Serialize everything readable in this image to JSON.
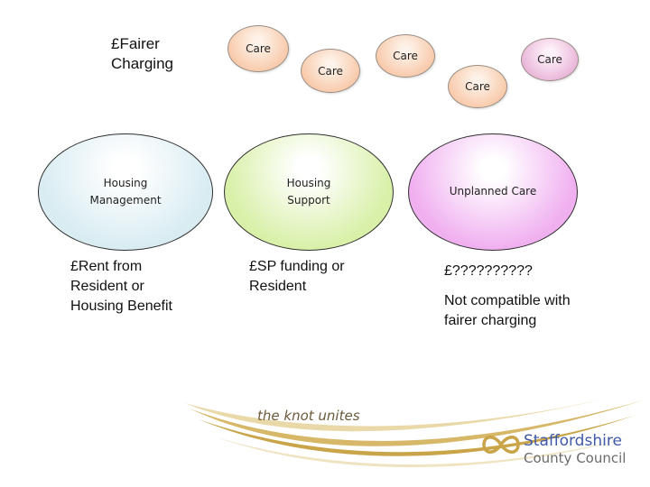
{
  "header": {
    "title": "£Fairer Charging"
  },
  "care_bubbles": [
    "Care",
    "Care",
    "Care",
    "Care",
    "Care"
  ],
  "services": [
    {
      "label": "Housing Management",
      "funding": "£Rent from Resident or Housing Benefit"
    },
    {
      "label": "Housing Support",
      "funding": "£SP funding or Resident"
    },
    {
      "label": "Unplanned Care",
      "funding": "£??????????",
      "note": "Not compatible with fairer charging"
    }
  ],
  "footer": {
    "tagline": "the knot unites",
    "logo_line1": "Staffordshire",
    "logo_line2": "County Council"
  },
  "colors": {
    "care_fill": "#f8c8a8",
    "housing_mgmt_fill": "#d8ecf2",
    "housing_support_fill": "#d8f0a8",
    "unplanned_fill": "#f0b0f0",
    "swoosh_gold": "#c9a448",
    "logo_blue": "#3f5aa8"
  }
}
